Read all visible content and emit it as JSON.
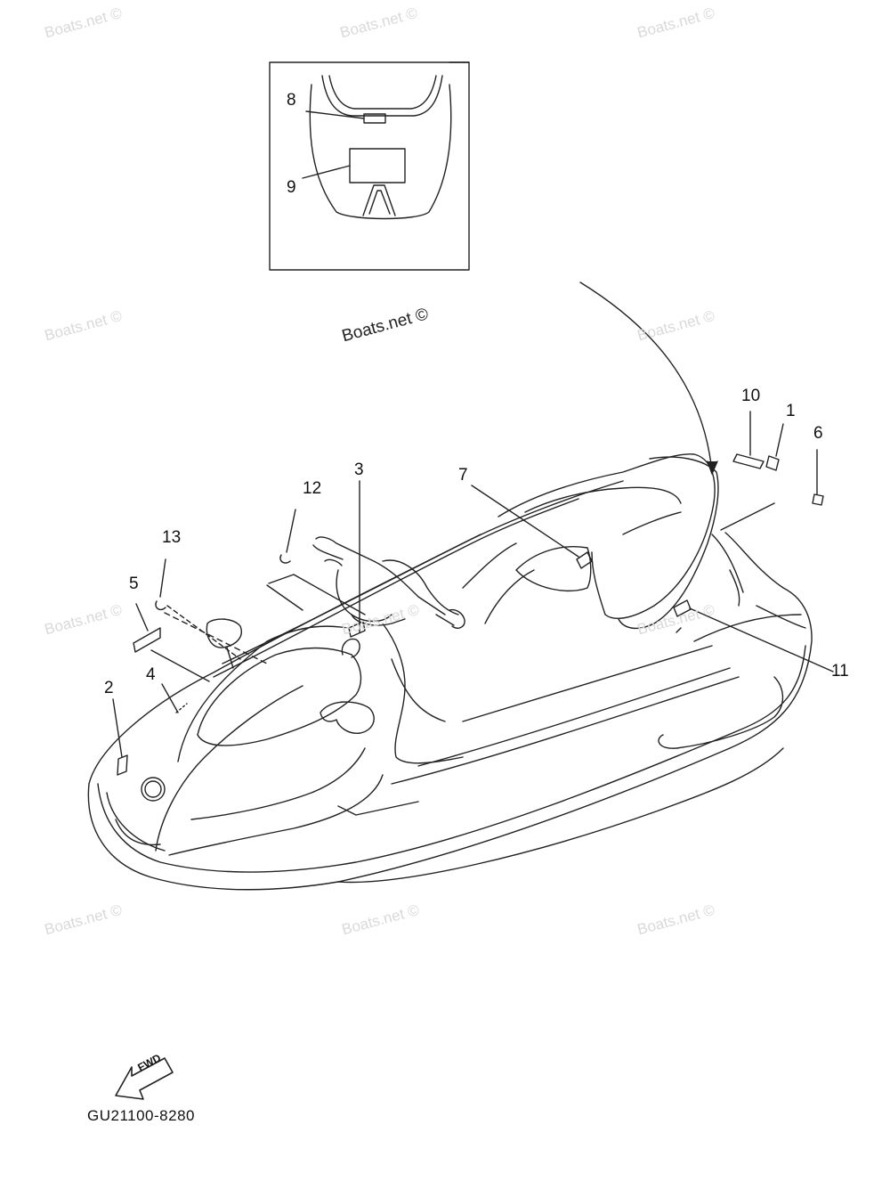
{
  "watermark": {
    "text": "Boats.net ©"
  },
  "diagram_code": "GU21100-8280",
  "fwd_label": "FWD",
  "callouts": {
    "c1": "1",
    "c2": "2",
    "c3": "3",
    "c4": "4",
    "c5": "5",
    "c6": "6",
    "c7": "7",
    "c8": "8",
    "c9": "9",
    "c10": "10",
    "c11": "11",
    "c12": "12",
    "c13": "13"
  }
}
